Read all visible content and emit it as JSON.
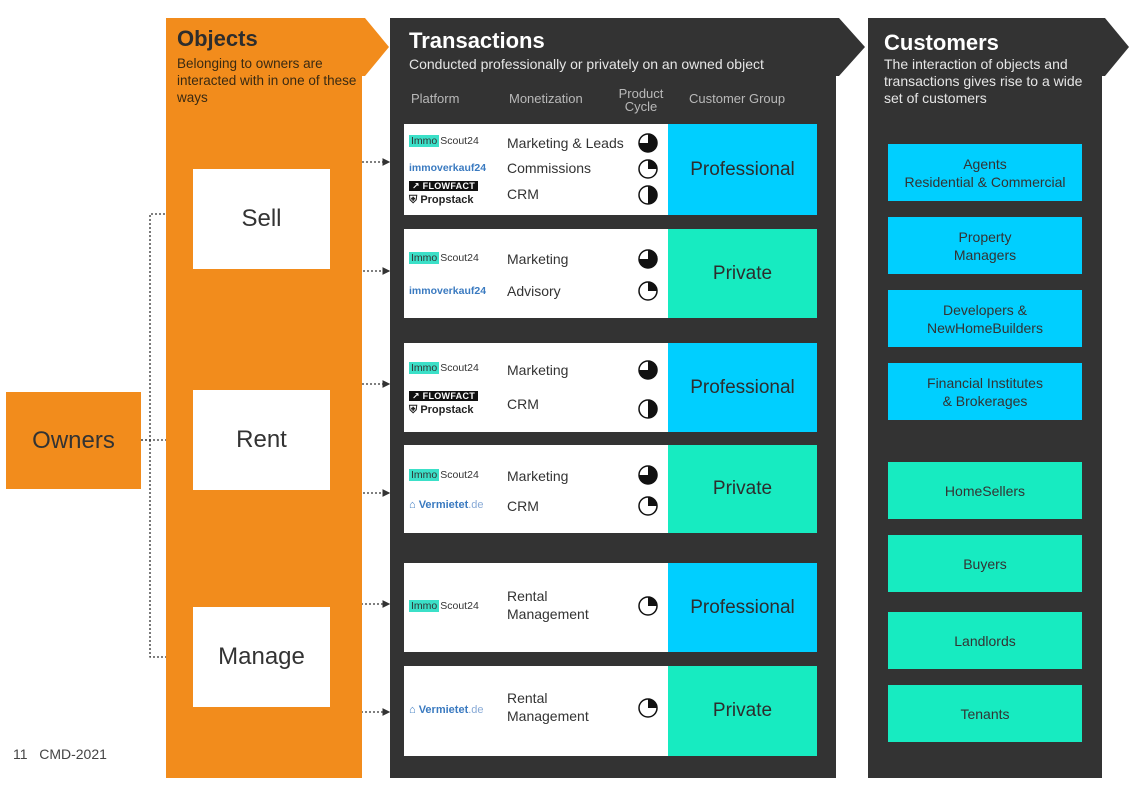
{
  "owners": {
    "label": "Owners"
  },
  "objects": {
    "title": "Objects",
    "subtitle": "Belonging to owners are interacted with in one of these ways",
    "items": [
      "Sell",
      "Rent",
      "Manage"
    ]
  },
  "transactions": {
    "title": "Transactions",
    "subtitle": "Conducted professionally or privately on an owned object",
    "headers": {
      "platform": "Platform",
      "monetization": "Monetization",
      "product_cycle": "Product Cycle",
      "customer_group": "Customer Group"
    },
    "logos": {
      "immo": "Immo",
      "scout24": "Scout24",
      "immoverkauf": "immoverkauf24",
      "flowfact": "FLOWFACT",
      "propstack": "Propstack",
      "vermietet": "Vermietet",
      "vermietet_tld": ".de"
    },
    "cards": [
      {
        "monetization": [
          "Marketing & Leads",
          "Commissions",
          "CRM"
        ],
        "group": "Professional"
      },
      {
        "monetization": [
          "Marketing",
          "Advisory"
        ],
        "group": "Private"
      },
      {
        "monetization": [
          "Marketing",
          "CRM"
        ],
        "group": "Professional"
      },
      {
        "monetization": [
          "Marketing",
          "CRM"
        ],
        "group": "Private"
      },
      {
        "monetization": [
          "Rental Management"
        ],
        "group": "Professional"
      },
      {
        "monetization": [
          "Rental Management"
        ],
        "group": "Private"
      }
    ]
  },
  "customers": {
    "title": "Customers",
    "subtitle": "The interaction of objects and transactions gives rise to a wide set of customers",
    "professional": [
      {
        "line1": "Agents",
        "line2": "Residential & Commercial"
      },
      {
        "line1": "Property",
        "line2": "Managers"
      },
      {
        "line1": "Developers &",
        "line2": "NewHomeBuilders"
      },
      {
        "line1": "Financial Institutes",
        "line2": "& Brokerages"
      }
    ],
    "private": [
      "HomeSellers",
      "Buyers",
      "Landlords",
      "Tenants"
    ]
  },
  "footer": {
    "page_number": "11",
    "doc_id": "CMD-2021"
  },
  "colors": {
    "orange": "#f28c1c",
    "dark": "#333333",
    "professional": "#00cfff",
    "private": "#17ebc1"
  }
}
